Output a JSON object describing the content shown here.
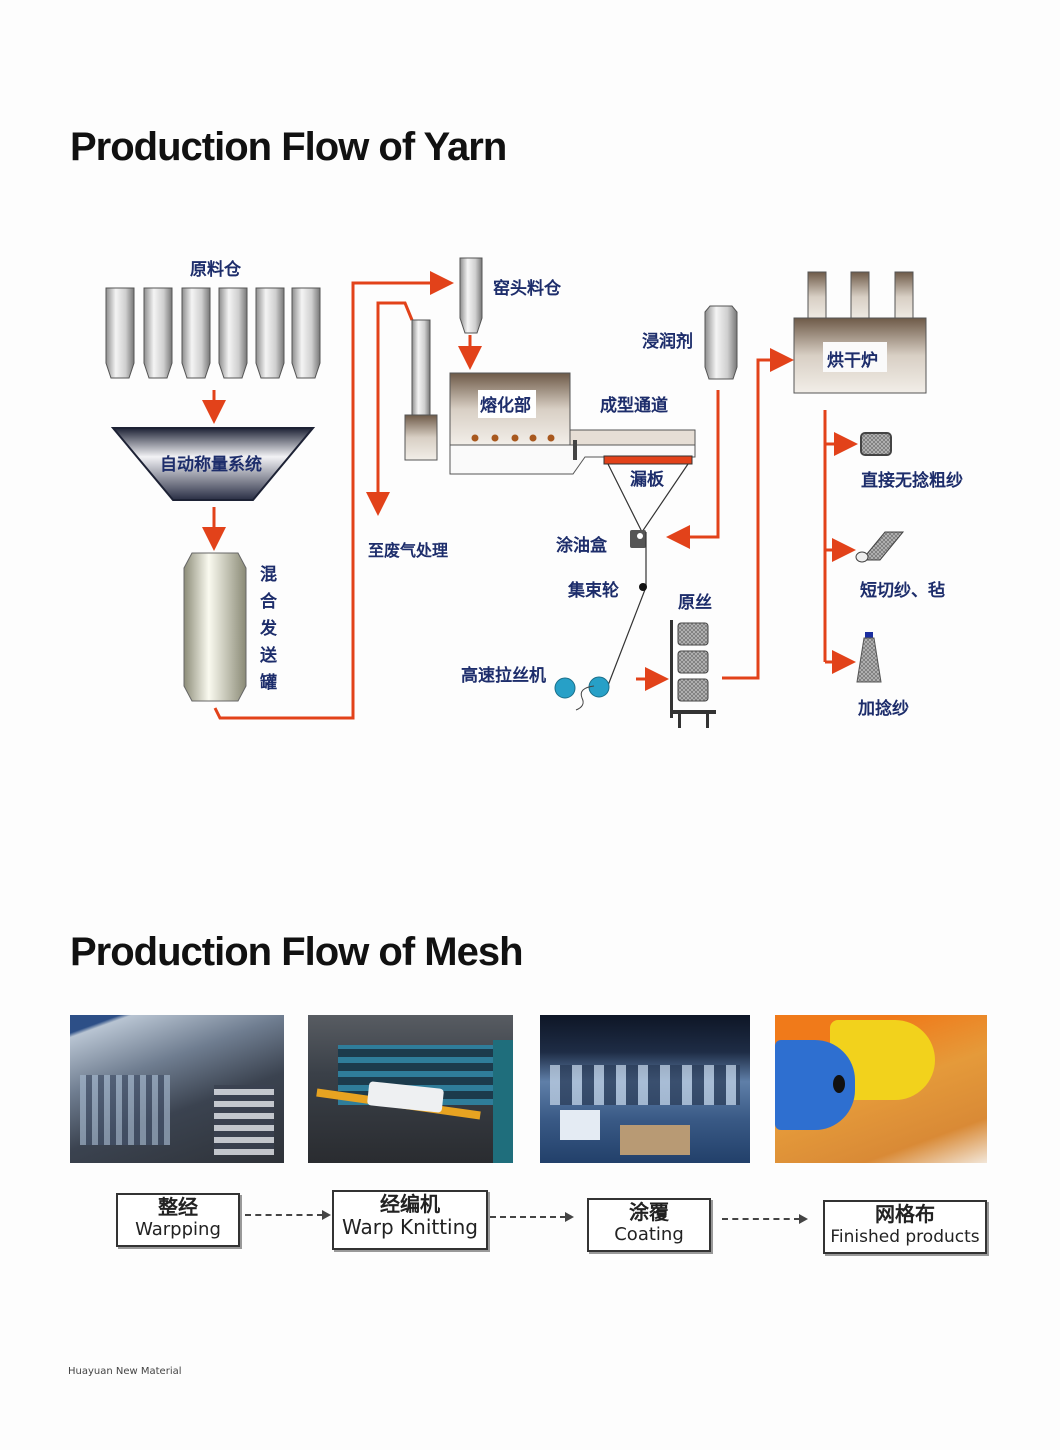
{
  "yarn": {
    "title": "Production Flow of Yarn",
    "labels": {
      "raw_silo": "原料仓",
      "weighing": "自动称量系统",
      "mixing_tank": [
        "混",
        "合",
        "发",
        "送",
        "罐"
      ],
      "kiln_silo": "窑头料仓",
      "exhaust": "至废气处理",
      "melting": "熔化部",
      "forming_channel": "成型通道",
      "bushing": "漏板",
      "sizing": "浸润剂",
      "applicator": "涂油盒",
      "gathering": "集束轮",
      "winder": "高速拉丝机",
      "raw_strand": "原丝",
      "oven": "烘干炉",
      "roving": "直接无捻粗纱",
      "chopped": "短切纱、毡",
      "twisted": "加捻纱"
    },
    "colors": {
      "arrow": "#e2421a",
      "label": "#1d2d6b"
    }
  },
  "mesh": {
    "title": "Production Flow of Mesh",
    "photos": [
      {
        "name": "warping-workshop-photo"
      },
      {
        "name": "warp-knitting-machine-photo"
      },
      {
        "name": "coating-workshop-photo"
      },
      {
        "name": "finished-mesh-rolls-photo"
      }
    ],
    "steps": [
      {
        "zh": "整经",
        "en": "Warpping"
      },
      {
        "zh": "经编机",
        "en": "Warp Knitting"
      },
      {
        "zh": "涂覆",
        "en": "Coating"
      },
      {
        "zh": "网格布",
        "en": "Finished products"
      }
    ]
  },
  "footer": "Huayuan New Material"
}
